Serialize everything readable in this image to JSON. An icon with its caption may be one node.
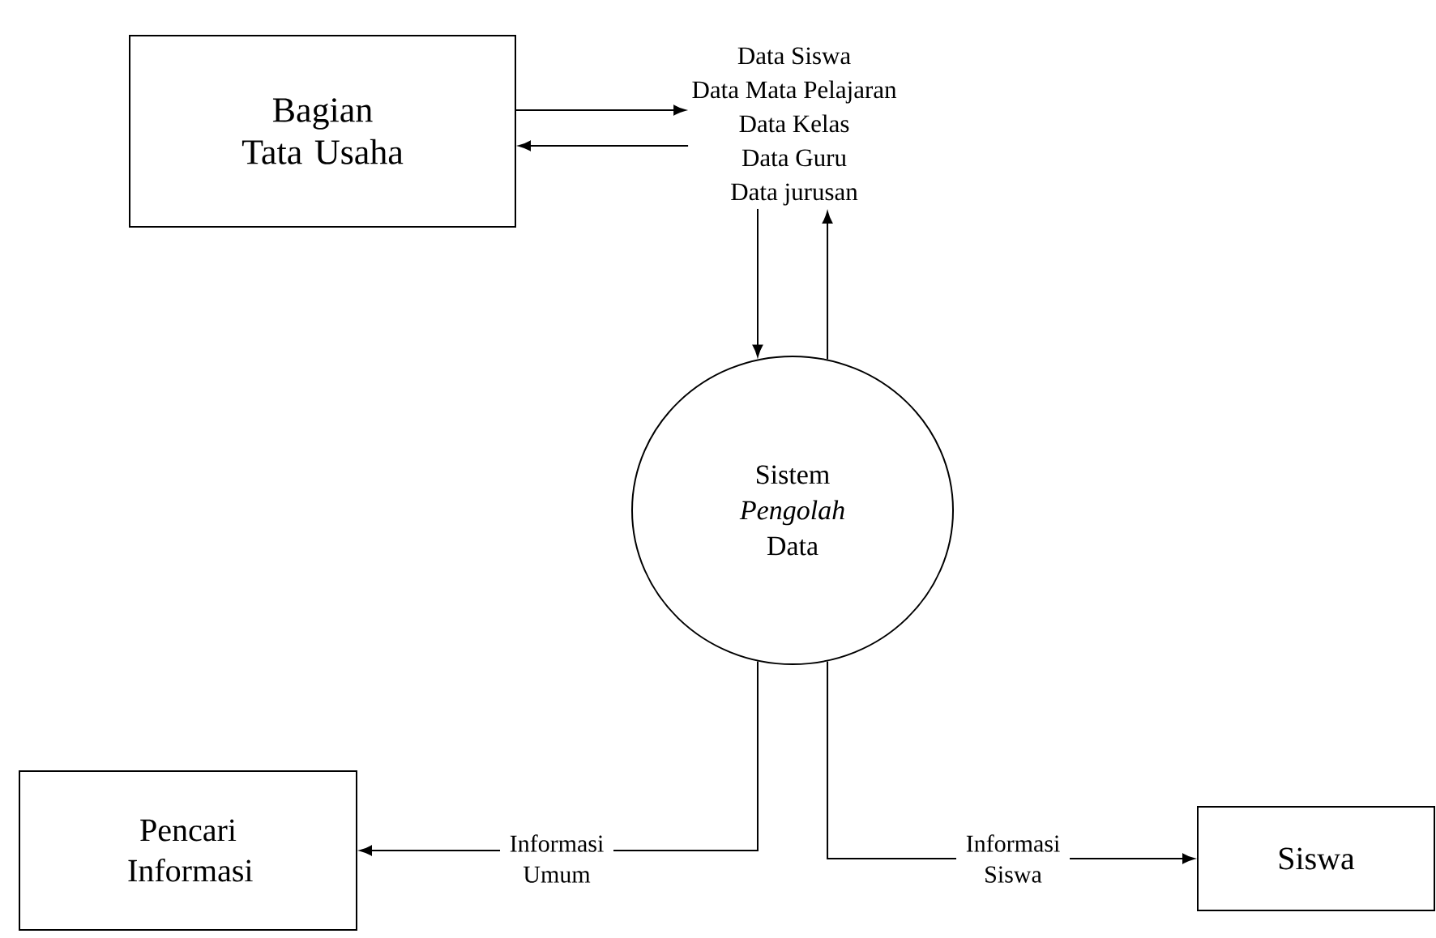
{
  "diagram": {
    "nodes": [
      {
        "text": [
          "Bagian Tata Usaha"
        ]
      },
      {
        "text": [
          "Data Siswa",
          "Data Mata Pelajaran",
          "Data Kelas",
          "Data Guru",
          "Data jurusan"
        ]
      },
      {
        "text": [
          "Sistem *Pengolah* Data"
        ]
      },
      {
        "text": [
          "Pencari Informasi"
        ]
      },
      {
        "text": [
          "Siswa"
        ]
      }
    ],
    "edges": [
      {
        "from": 0,
        "to": 1,
        "arrow": "to"
      },
      {
        "from": 1,
        "to": 0,
        "arrow": "to"
      },
      {
        "from": 1,
        "to": 2,
        "arrow": "to"
      },
      {
        "from": 2,
        "to": 1,
        "arrow": "to"
      },
      {
        "from": 2,
        "to": 3,
        "arrow": "to",
        "label": "Informasi Umum"
      },
      {
        "from": 2,
        "to": 4,
        "arrow": "to",
        "label": "Informasi Siswa"
      }
    ]
  }
}
